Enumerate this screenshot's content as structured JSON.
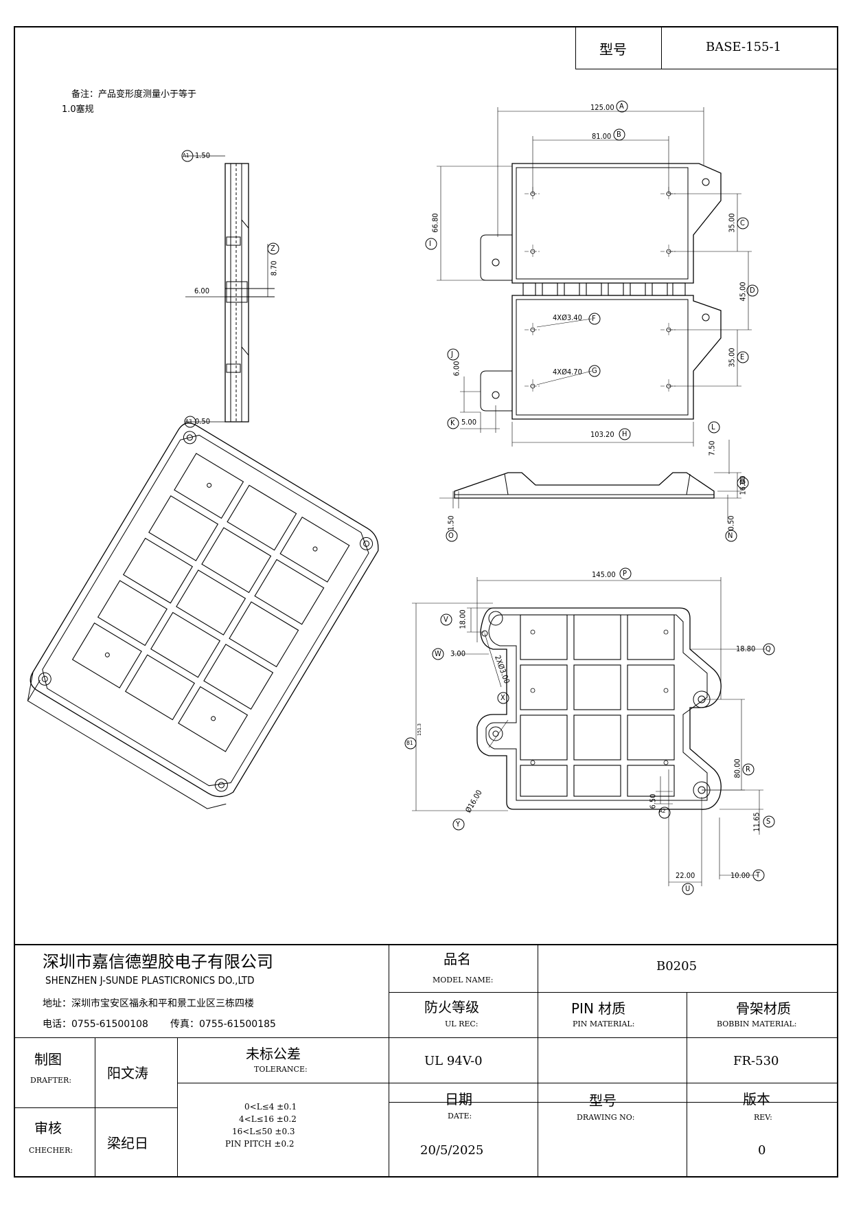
{
  "header": {
    "model_label": "型号",
    "model_value": "BASE-155-1"
  },
  "note": {
    "line1": "备注：产品变形度测量小于等于",
    "line2": "1.0塞规"
  },
  "dims": {
    "d125": "125.00",
    "dA": "A",
    "d81": "81.00",
    "dB": "B",
    "d35a": "35.00",
    "dC": "C",
    "d45": "45.00",
    "dD": "D",
    "d35b": "35.00",
    "dE": "E",
    "hole1": "4XØ3.40",
    "dF": "F",
    "hole2": "4XØ4.70",
    "dG": "G",
    "d103": "103.20",
    "dH": "H",
    "d66": "66.80",
    "dI": "I",
    "d6a": "6.00",
    "dJ": "J",
    "d5": "5.00",
    "dK": "K",
    "d7_5": "7.50",
    "dL": "L",
    "d16": "16.00",
    "dM": "M",
    "d0_5b": "0.50",
    "dN": "N",
    "d1_5b": "1.50",
    "dO": "O",
    "d145": "145.00",
    "dP": "P",
    "d18_8": "18.80",
    "dQ": "Q",
    "d80": "80.00",
    "dR": "R",
    "d11_65": "11.65",
    "dS": "S",
    "d10": "10.00",
    "dT": "T",
    "d22": "22.00",
    "dU": "U",
    "d18": "18.00",
    "dV": "V",
    "d3": "3.00",
    "dW": "W",
    "hole3": "2XØ3.00",
    "dX": "X",
    "d16_00": "Ø16.00",
    "dY": "Y",
    "d6_50": "6.50",
    "dA2": "A2",
    "d151": "151.3",
    "dB1": "B1",
    "d1_50": "1.50",
    "dA1": "A1",
    "d0_50": "0.50",
    "dA3": "A3",
    "d8_70": "8.70",
    "dZ": "Z",
    "d6b": "6.00"
  },
  "title_block": {
    "company_cn": "深圳市嘉信德塑胶电子有限公司",
    "company_en": "SHENZHEN J-SUNDE PLASTICRONICS DO.,LTD",
    "address": "地址：深圳市宝安区福永和平和景工业区三栋四楼",
    "phone": "电话：0755-61500108",
    "fax": "传真：0755-61500185",
    "model_name_cn": "品名",
    "model_name_en": "MODEL NAME:",
    "model_name_value": "B0205",
    "ul_cn": "防火等级",
    "ul_en": "UL REC:",
    "ul_value": "UL 94V-0",
    "pin_cn": "PIN 材质",
    "pin_en": "PIN MATERIAL:",
    "pin_value": "",
    "bobbin_cn": "骨架材质",
    "bobbin_en": "BOBBIN MATERIAL:",
    "bobbin_value": "FR-530",
    "drafter_cn": "制图",
    "drafter_en": "DRAFTER:",
    "drafter_value": "阳文涛",
    "checker_cn": "审核",
    "checker_en": "CHECHER:",
    "checker_value": "梁纪日",
    "tol_cn": "未标公差",
    "tol_en": "TOLERANCE:",
    "tol1": "0<L≤4   ±0.1",
    "tol2": "4<L≤16   ±0.2",
    "tol3": "16<L≤50   ±0.3",
    "tol4": "PIN PITCH   ±0.2",
    "date_cn": "日期",
    "date_en": "DATE:",
    "date_value": "20/5/2025",
    "drawing_cn": "型号",
    "drawing_en": "DRAWING NO:",
    "drawing_value": "",
    "rev_cn": "版本",
    "rev_en": "REV:",
    "rev_value": "0"
  }
}
